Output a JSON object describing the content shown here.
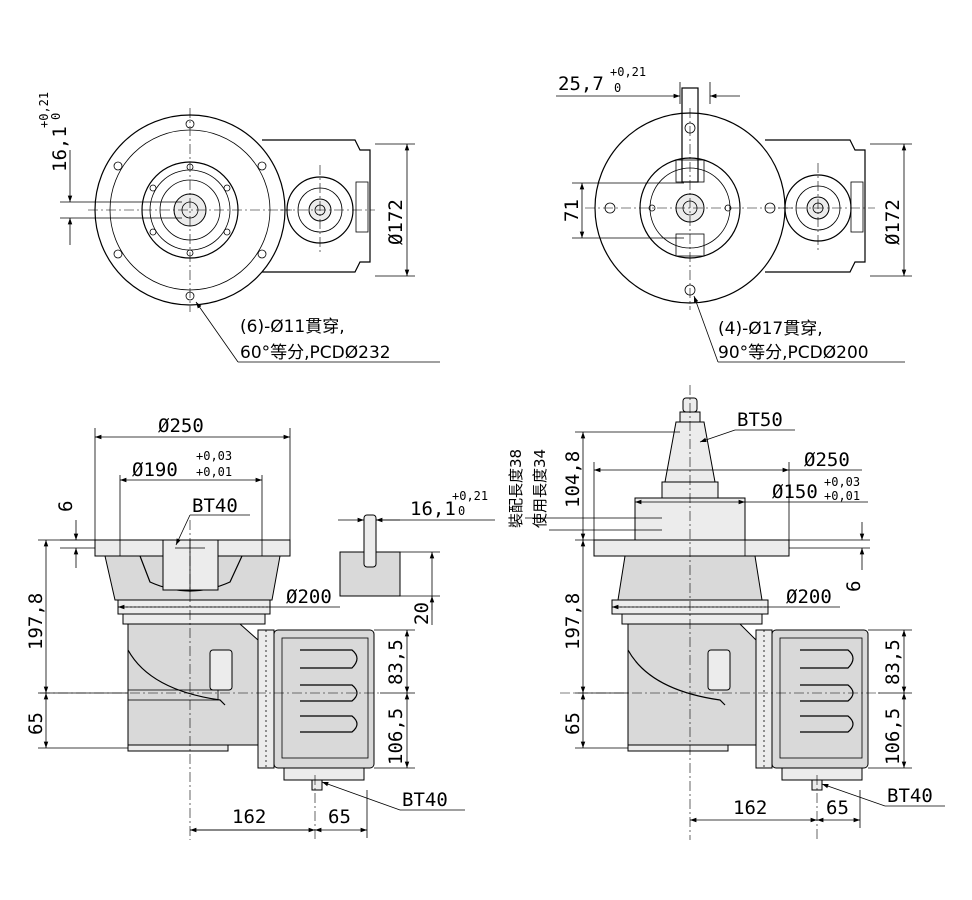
{
  "views": {
    "top_left": {
      "dim_16_1": "16,1",
      "tol_plus": "+0,21",
      "tol_zero": "0",
      "dia_172": "Ø172",
      "callout_line1": "(6)-Ø11貫穿,",
      "callout_line2": "60°等分,PCDØ232"
    },
    "top_right": {
      "dim_25_7": "25,7",
      "tol_plus": "+0,21",
      "tol_zero": "0",
      "dim_71": "71",
      "dia_172": "Ø172",
      "callout_line1": "(4)-Ø17貫穿,",
      "callout_line2": "90°等分,PCDØ200"
    },
    "bottom_left": {
      "dia_250": "Ø250",
      "dia_190": "Ø190",
      "tol_190_plus": "+0,03",
      "tol_190_minus": "+0,01",
      "bt40_top": "BT40",
      "dim_6": "6",
      "dim_197_8": "197,8",
      "dim_65_v": "65",
      "dia_200": "Ø200",
      "dim_83_5": "83,5",
      "dim_106_5": "106,5",
      "dim_162": "162",
      "dim_65_h": "65",
      "bt40_bottom": "BT40",
      "key_16_1": "16,1",
      "key_tol_plus": "+0,21",
      "key_tol_zero": "0",
      "key_20": "20"
    },
    "bottom_right": {
      "bt50": "BT50",
      "dim_104_8": "104,8",
      "install_len": "裝配長度38",
      "use_len": "使用長度34",
      "dia_250": "Ø250",
      "dia_150": "Ø150",
      "tol_150_plus": "+0,03",
      "tol_150_minus": "+0,01",
      "dim_197_8": "197,8",
      "dia_200": "Ø200",
      "dim_6": "6",
      "dim_65_v": "65",
      "dim_83_5": "83,5",
      "dim_106_5": "106,5",
      "dim_162": "162",
      "dim_65_h": "65",
      "bt40_bottom": "BT40"
    }
  }
}
